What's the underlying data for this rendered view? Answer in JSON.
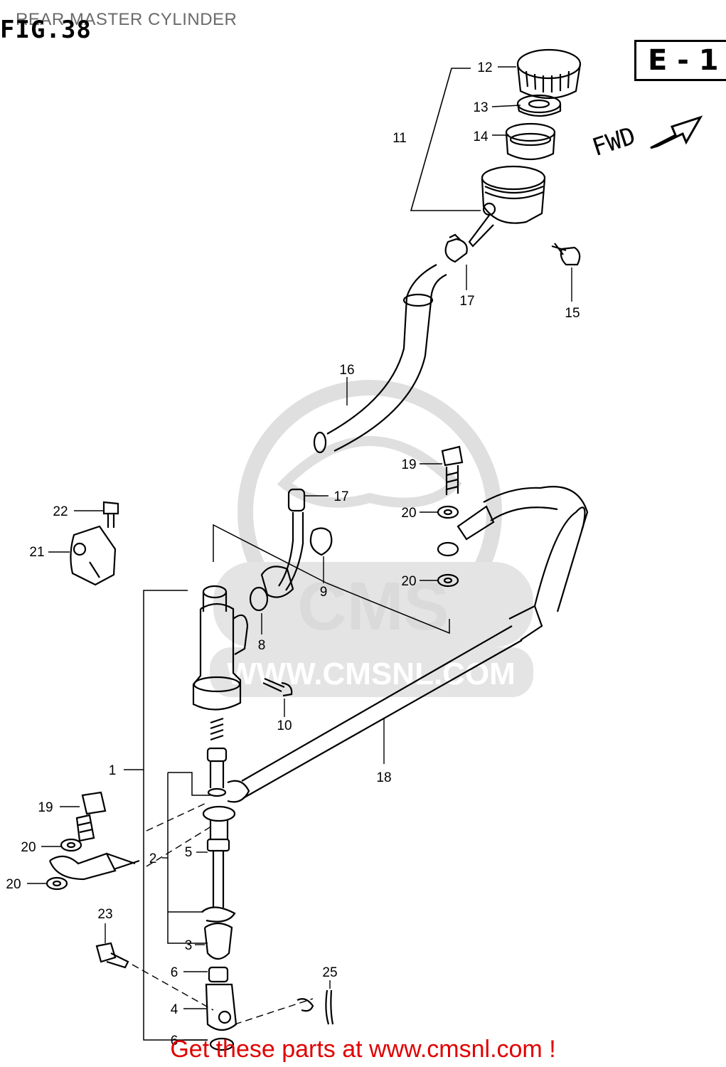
{
  "header": {
    "title": "REAR MASTER CYLINDER",
    "figure": "FIG.38",
    "region_code": "E - 1",
    "direction": "FWD"
  },
  "watermark": {
    "brand": "CMS",
    "url": "WWW.CMSNL.COM"
  },
  "footer": {
    "text": "Get these parts at www.cmsnl.com !"
  },
  "parts": [
    {
      "id": "p12",
      "label": "12"
    },
    {
      "id": "p13",
      "label": "13"
    },
    {
      "id": "p11",
      "label": "11"
    },
    {
      "id": "p14",
      "label": "14"
    },
    {
      "id": "p17a",
      "label": "17"
    },
    {
      "id": "p15",
      "label": "15"
    },
    {
      "id": "p16",
      "label": "16"
    },
    {
      "id": "p19a",
      "label": "19"
    },
    {
      "id": "p22",
      "label": "22"
    },
    {
      "id": "p17b",
      "label": "17"
    },
    {
      "id": "p20a",
      "label": "20"
    },
    {
      "id": "p21",
      "label": "21"
    },
    {
      "id": "p9",
      "label": "9"
    },
    {
      "id": "p20b",
      "label": "20"
    },
    {
      "id": "p8",
      "label": "8"
    },
    {
      "id": "p10",
      "label": "10"
    },
    {
      "id": "p1",
      "label": "1"
    },
    {
      "id": "p18",
      "label": "18"
    },
    {
      "id": "p19b",
      "label": "19"
    },
    {
      "id": "p20c",
      "label": "20"
    },
    {
      "id": "p2",
      "label": "2"
    },
    {
      "id": "p5",
      "label": "5"
    },
    {
      "id": "p20d",
      "label": "20"
    },
    {
      "id": "p23",
      "label": "23"
    },
    {
      "id": "p3",
      "label": "3"
    },
    {
      "id": "p6a",
      "label": "6"
    },
    {
      "id": "p25",
      "label": "25"
    },
    {
      "id": "p4",
      "label": "4"
    },
    {
      "id": "p6b",
      "label": "6"
    }
  ]
}
